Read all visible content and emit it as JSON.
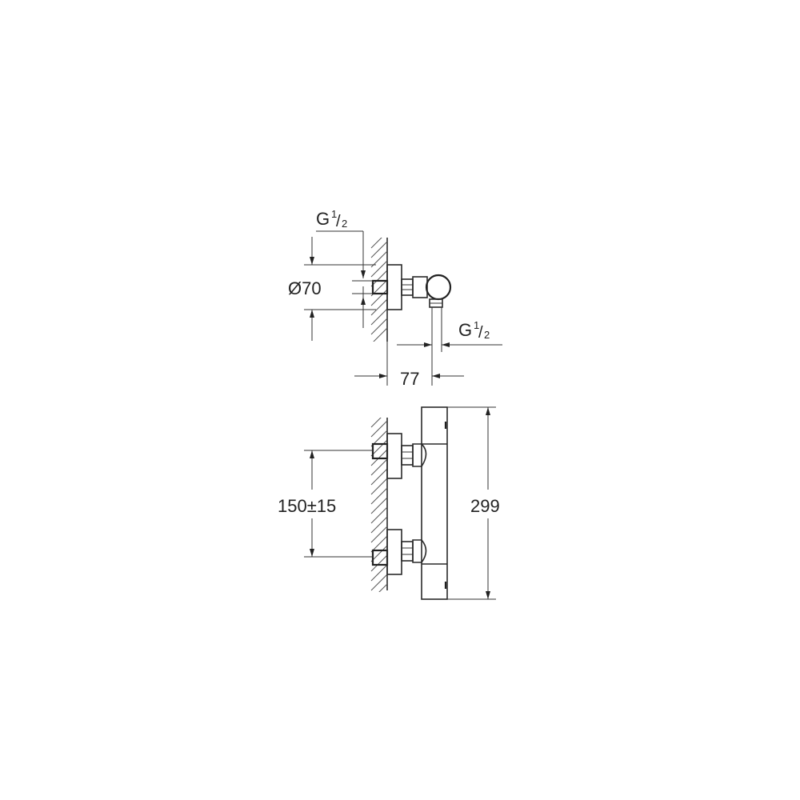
{
  "drawing": {
    "side_view": {
      "top_thread_label": "G",
      "top_thread_frac_num": "1",
      "top_thread_frac_den": "2",
      "diameter_label": "Ø70",
      "outlet_thread_label": "G",
      "outlet_thread_frac_num": "1",
      "outlet_thread_frac_den": "2",
      "projection_label": "77"
    },
    "front_view": {
      "center_distance_label": "150±15",
      "height_label": "299"
    },
    "colors": {
      "line": "#222222",
      "background": "#ffffff"
    }
  }
}
